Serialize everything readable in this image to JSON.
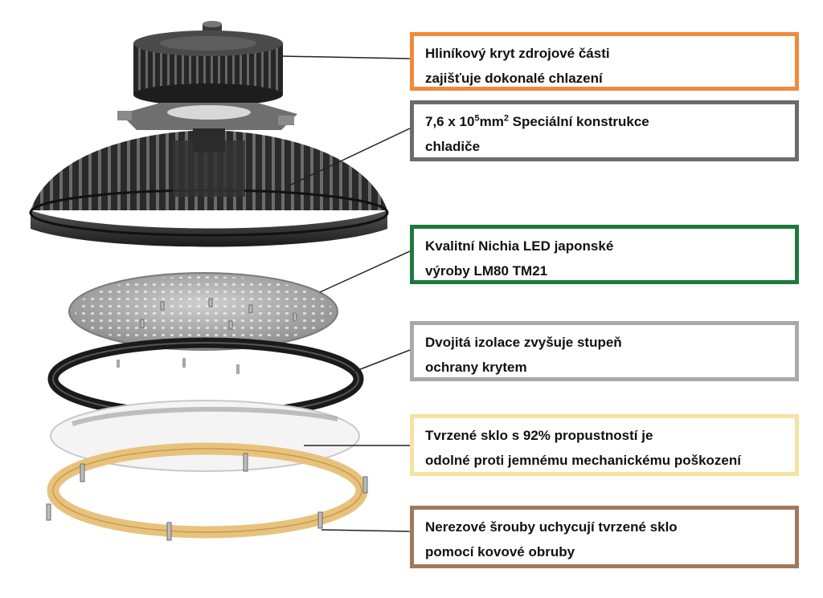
{
  "callouts": [
    {
      "id": "housing",
      "lines": [
        "Hliníkový kryt zdrojové části",
        "zajišťuje dokonalé chlazení"
      ],
      "border": "#f08a3c"
    },
    {
      "id": "heatsink",
      "line1_pre": "7,6 x 10",
      "line1_sup": "5",
      "line1_mid": "mm",
      "line1_sup2": "2",
      "line1_post": " Speciální konstrukce",
      "line2": "chladiče",
      "border": "#6b6b6b"
    },
    {
      "id": "led",
      "lines": [
        "Kvalitní Nichia LED japonské",
        "výroby LM80 TM21"
      ],
      "border": "#1d7a3e"
    },
    {
      "id": "insulation",
      "lines": [
        "Dvojitá izolace zvyšuje stupeň",
        "ochrany krytem"
      ],
      "border": "#a9a9a9"
    },
    {
      "id": "glass",
      "lines": [
        "Tvrzené sklo s 92% propustností je",
        "odolné proti jemnému mechanickému poškození"
      ],
      "border": "#f5e3a0"
    },
    {
      "id": "screws",
      "lines": [
        "Nerezové šrouby uchycují tvrzené sklo",
        "pomocí kovové obruby"
      ],
      "border": "#a0795a"
    }
  ]
}
